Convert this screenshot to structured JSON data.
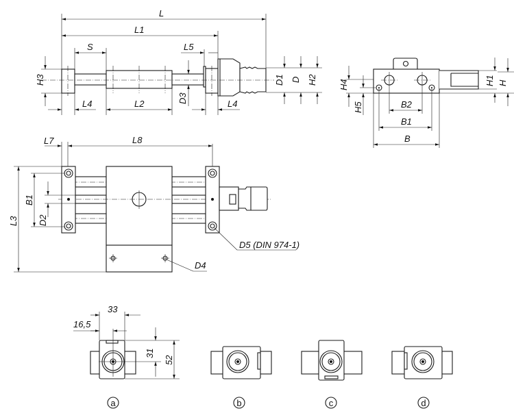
{
  "dimensions": {
    "L": "L",
    "L1": "L1",
    "S": "S",
    "L5": "L5",
    "H3": "H3",
    "L4": "L4",
    "L2": "L2",
    "D3": "D3",
    "D1": "D1",
    "D": "D",
    "H2": "H2",
    "H4": "H4",
    "H5": "H5",
    "B2": "B2",
    "B1": "B1",
    "B": "B",
    "H1": "H1",
    "H": "H",
    "L7": "L7",
    "L8": "L8",
    "L3": "L3",
    "D2": "D2",
    "D5": "D5 (DIN 974-1)",
    "D4": "D4"
  },
  "variant_dims": {
    "w33": "33",
    "w16_5": "16,5",
    "h31": "31",
    "h52": "52"
  },
  "variants": [
    "a",
    "b",
    "c",
    "d"
  ]
}
